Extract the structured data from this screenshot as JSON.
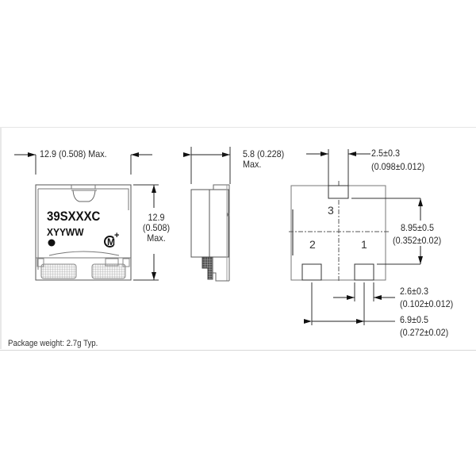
{
  "drawing": {
    "top_view": {
      "width_dim": "12.9 (0.508) Max.",
      "height_dim_line1": "12.9",
      "height_dim_line2": "(0.508)",
      "height_dim_line3": "Max.",
      "marking_part": "39SXXXC",
      "marking_date": "XYYWW",
      "logo_letters": "M",
      "logo_plus": "+"
    },
    "side_view": {
      "thickness_dim_line1": "5.8 (0.228)",
      "thickness_dim_line2": "Max."
    },
    "footprint_view": {
      "pins": [
        "1",
        "2",
        "3"
      ],
      "pad3_width_line1": "2.5±0.3",
      "pad3_width_line2": "(0.098±0.012)",
      "pad_spacing_vertical_line1": "8.95±0.5",
      "pad_spacing_vertical_line2": "(0.352±0.02)",
      "pad1_width_line1": "2.6±0.3",
      "pad1_width_line2": "(0.102±0.012)",
      "pad_spacing_horizontal_line1": "6.9±0.5",
      "pad_spacing_horizontal_line2": "(0.272±0.02)"
    },
    "footnote": "Package weight: 2.7g Typ."
  }
}
